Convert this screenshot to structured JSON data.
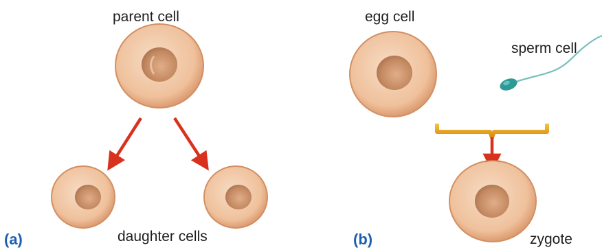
{
  "panel_a": {
    "tag": "(a)",
    "parent_label": "parent cell",
    "daughters_label": "daughter cells"
  },
  "panel_b": {
    "tag": "(b)",
    "egg_label": "egg cell",
    "sperm_label": "sperm cell",
    "zygote_label": "zygote"
  },
  "colors": {
    "cell_membrane": "#d4956c",
    "cell_cytoplasm": "#f1c8a6",
    "nucleus": "#b97b55",
    "arrow": "#d8321e",
    "bracket": "#e6a81e",
    "sperm": "#2c9a96",
    "panel_tag": "#1d5fae"
  },
  "icons": [
    "parent-cell",
    "daughter-cell",
    "daughter-cell",
    "egg-cell",
    "sperm-cell",
    "zygote-cell",
    "arrow-down-left",
    "arrow-down-right",
    "merge-bracket",
    "arrow-down"
  ]
}
